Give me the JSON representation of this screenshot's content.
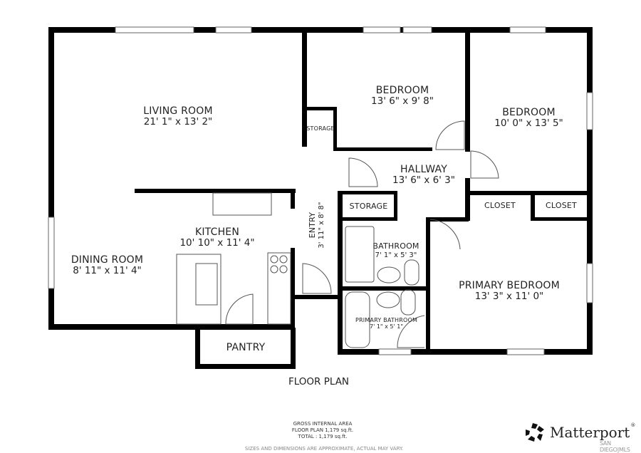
{
  "rooms": {
    "living_room": {
      "name": "LIVING ROOM",
      "dims": "21' 1\" x 13' 2\""
    },
    "bedroom_1": {
      "name": "BEDROOM",
      "dims": "13' 6\" x 9' 8\""
    },
    "bedroom_2": {
      "name": "BEDROOM",
      "dims": "10' 0\" x 13' 5\""
    },
    "storage_1": {
      "name": "STORAGE"
    },
    "hallway": {
      "name": "HALLWAY",
      "dims": "13' 6\" x 6' 3\""
    },
    "storage_2": {
      "name": "STORAGE"
    },
    "closet_1": {
      "name": "CLOSET"
    },
    "closet_2": {
      "name": "CLOSET"
    },
    "kitchen": {
      "name": "KITCHEN",
      "dims": "10' 10\" x 11' 4\""
    },
    "entry": {
      "name": "ENTRY",
      "dims": "3' 11\" x 8' 8\""
    },
    "bathroom": {
      "name": "BATHROOM",
      "dims": "7' 1\" x 5' 3\""
    },
    "dining_room": {
      "name": "DINING ROOM",
      "dims": "8' 11\" x 11' 4\""
    },
    "primary_bedroom": {
      "name": "PRIMARY BEDROOM",
      "dims": "13' 3\" x 11' 0\""
    },
    "primary_bathroom": {
      "name": "PRIMARY BATHROOM",
      "dims": "7' 1\" x 5' 1\""
    },
    "pantry": {
      "name": "PANTRY"
    }
  },
  "title": "FLOOR PLAN",
  "area": {
    "heading": "GROSS INTERNAL AREA",
    "floor_plan": "FLOOR PLAN 1,179 sq.ft.",
    "total": "TOTAL :  1,179 sq.ft.",
    "note": "SIZES AND DIMENSIONS ARE APPROXIMATE, ACTUAL MAY VARY."
  },
  "branding": {
    "logo_text": "Matterport",
    "registered": "®",
    "sub": "SAN DIEGO|MLS"
  },
  "colors": {
    "wall": "#000000",
    "fixture": "#555555",
    "background": "#ffffff"
  }
}
